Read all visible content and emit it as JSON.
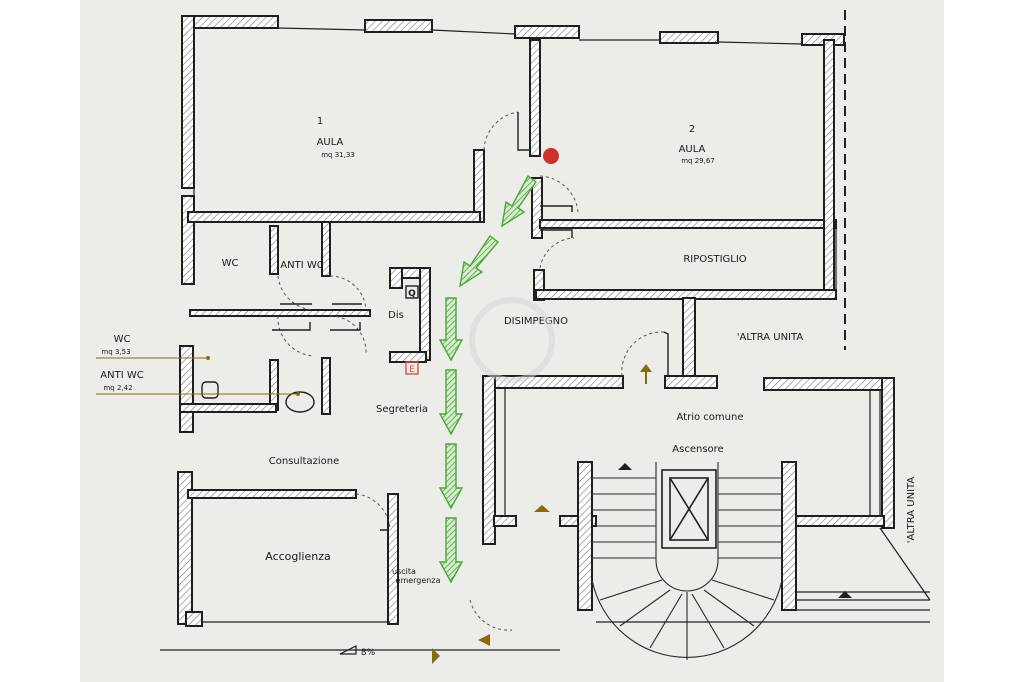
{
  "colors": {
    "paper": "#ecece8",
    "wall": "#1f1f1f",
    "hatch": "#777777",
    "escape_arrow": "#4aa63a",
    "marker_red": "#d0302a",
    "label_red": "#e0504a",
    "triangle": "#8a6a10"
  },
  "rooms": {
    "aula1_number": "1",
    "aula1_name": "AULA",
    "aula1_area": "mq 31,33",
    "aula2_number": "2",
    "aula2_name": "AULA",
    "aula2_area": "mq 29,67",
    "wc": "WC",
    "anti_wc": "ANTI WC",
    "dis": "Dis",
    "disimpegno": "DISIMPEGNO",
    "ripostiglio": "RIPOSTIGLIO",
    "altra_unita_1": "'ALTRA UNITA",
    "altra_unita_2": "'ALTRA UNITA",
    "segreteria": "Segreteria",
    "consultazione": "Consultazione",
    "accoglienza": "Accoglienza",
    "atrio": "Atrio comune",
    "ascensore": "Ascensore"
  },
  "callouts": {
    "wc_label": "WC",
    "wc_area": "mq 3,53",
    "anti_wc_label": "ANTI WC",
    "anti_wc_area": "mq 2,42",
    "exit_line1": "uscita",
    "exit_line2": "emergenza"
  },
  "symbols": {
    "q_box": "Q",
    "e_box": "E",
    "slope": "8%"
  },
  "icons": {
    "emergency_marker": "red-dot",
    "escape_route": "green-hatched-arrow",
    "level_marker": "triangle"
  }
}
